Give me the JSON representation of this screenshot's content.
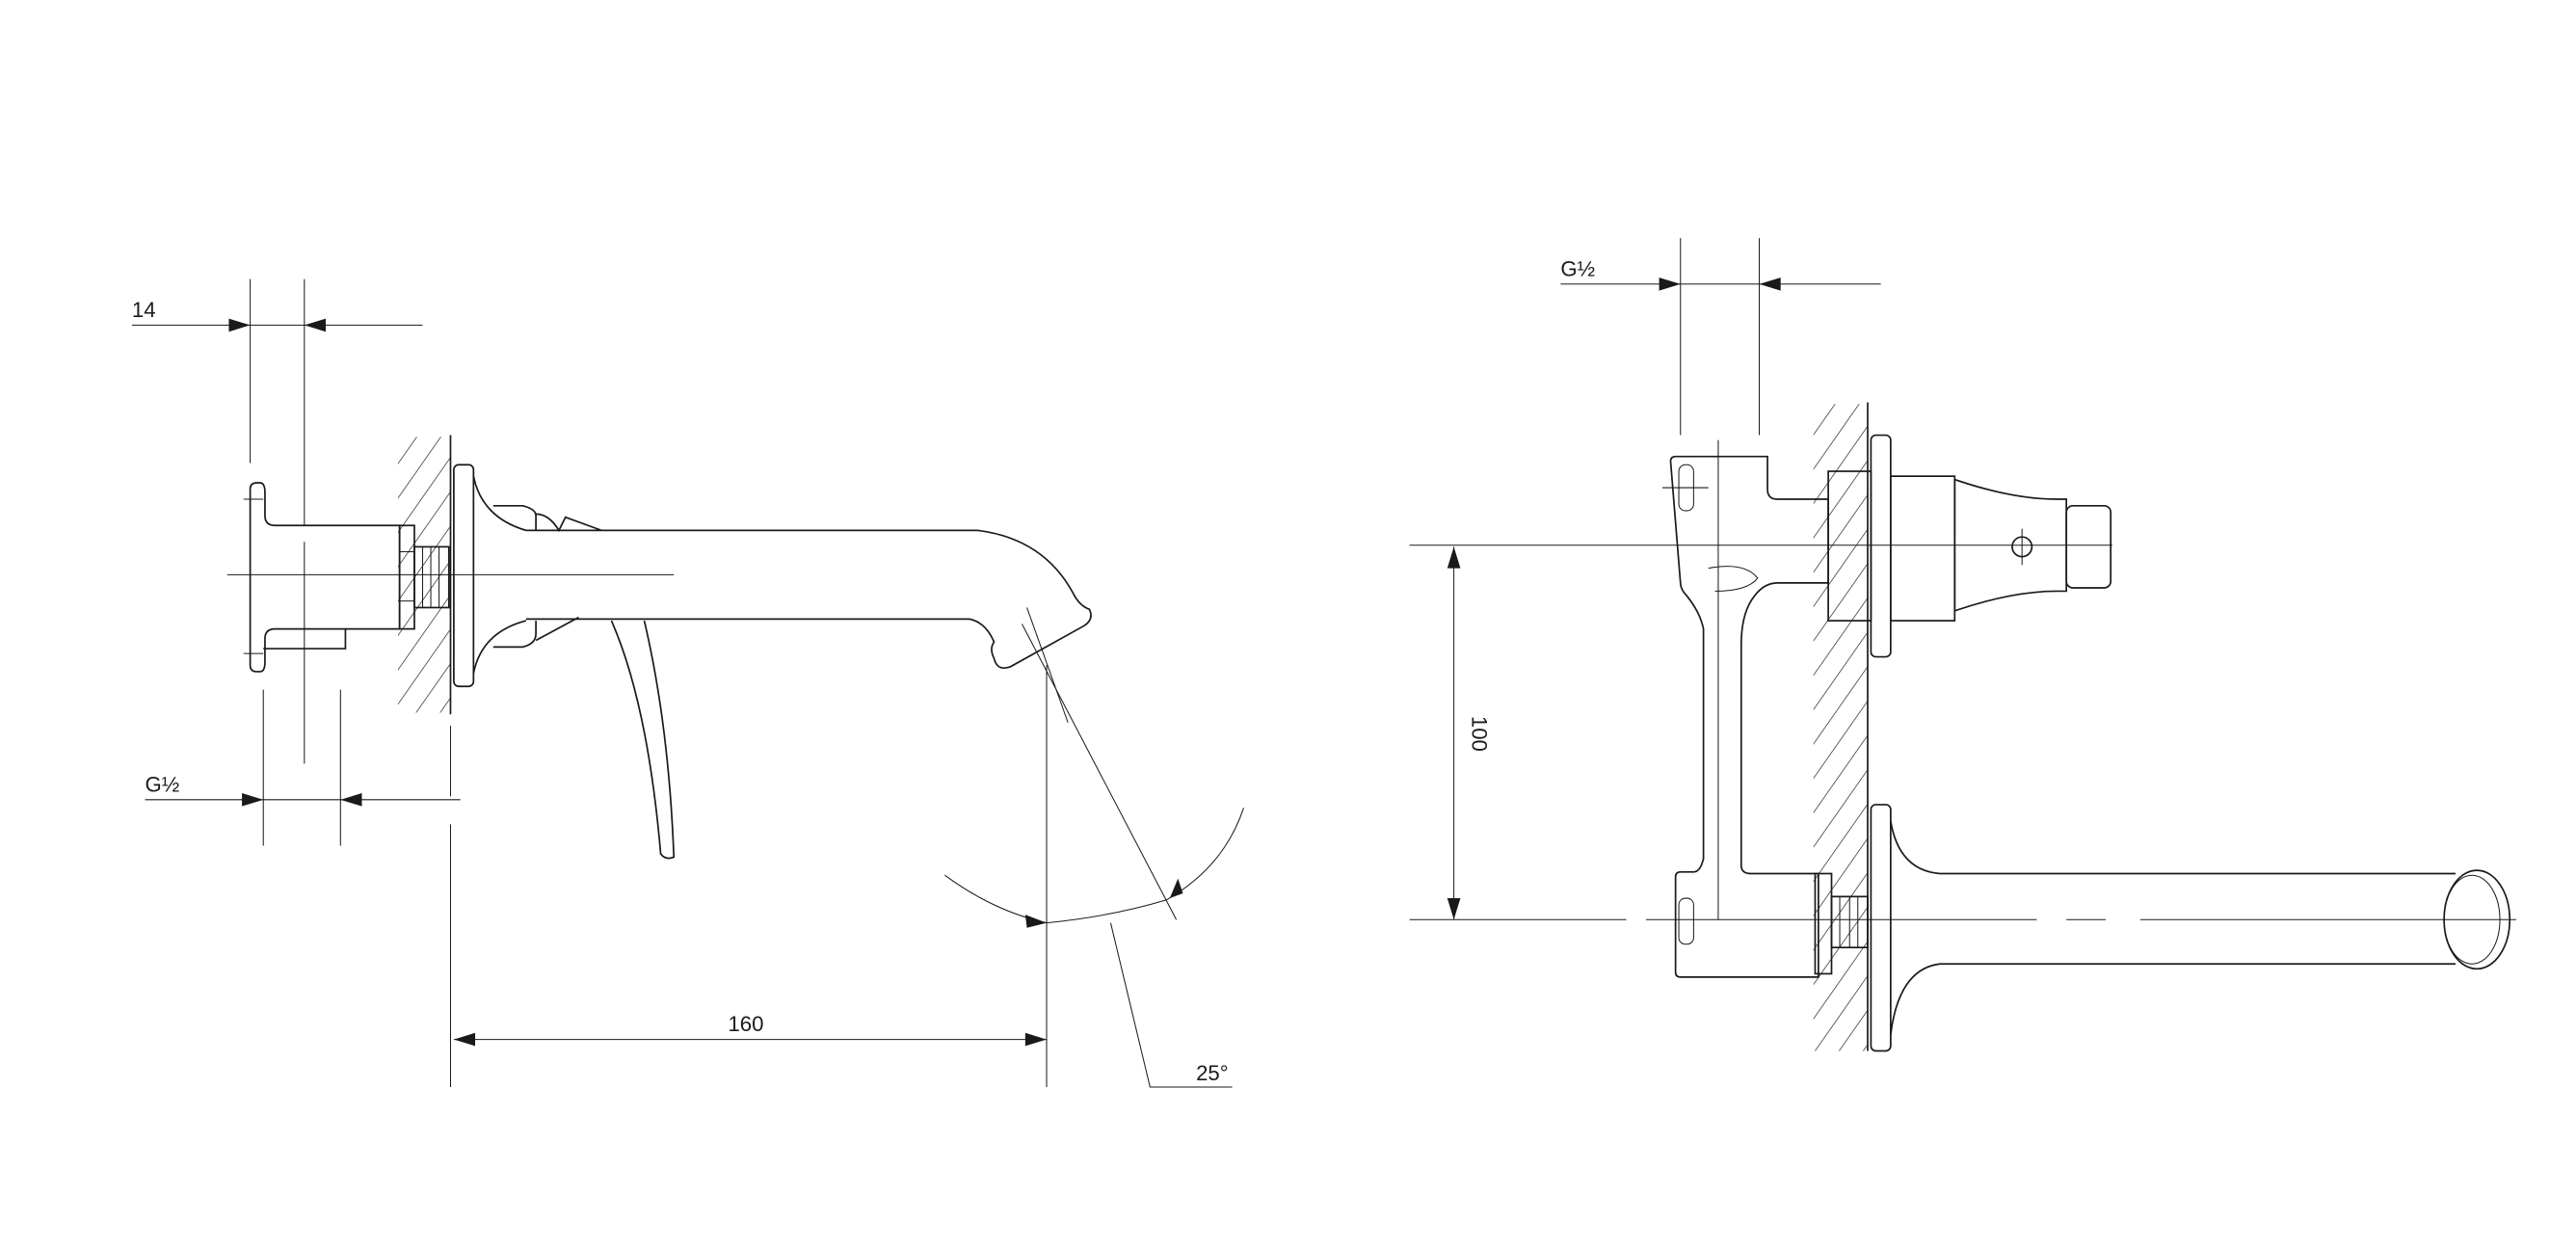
{
  "side_view": {
    "dim_offset_label": "14",
    "dim_thread_label": "G½",
    "dim_projection_label": "160",
    "dim_angle_label": "25°"
  },
  "front_view": {
    "dim_thread_label": "G½",
    "dim_spacing_label": "100"
  },
  "colors": {
    "line": "#1a1a1a",
    "background": "#ffffff"
  }
}
